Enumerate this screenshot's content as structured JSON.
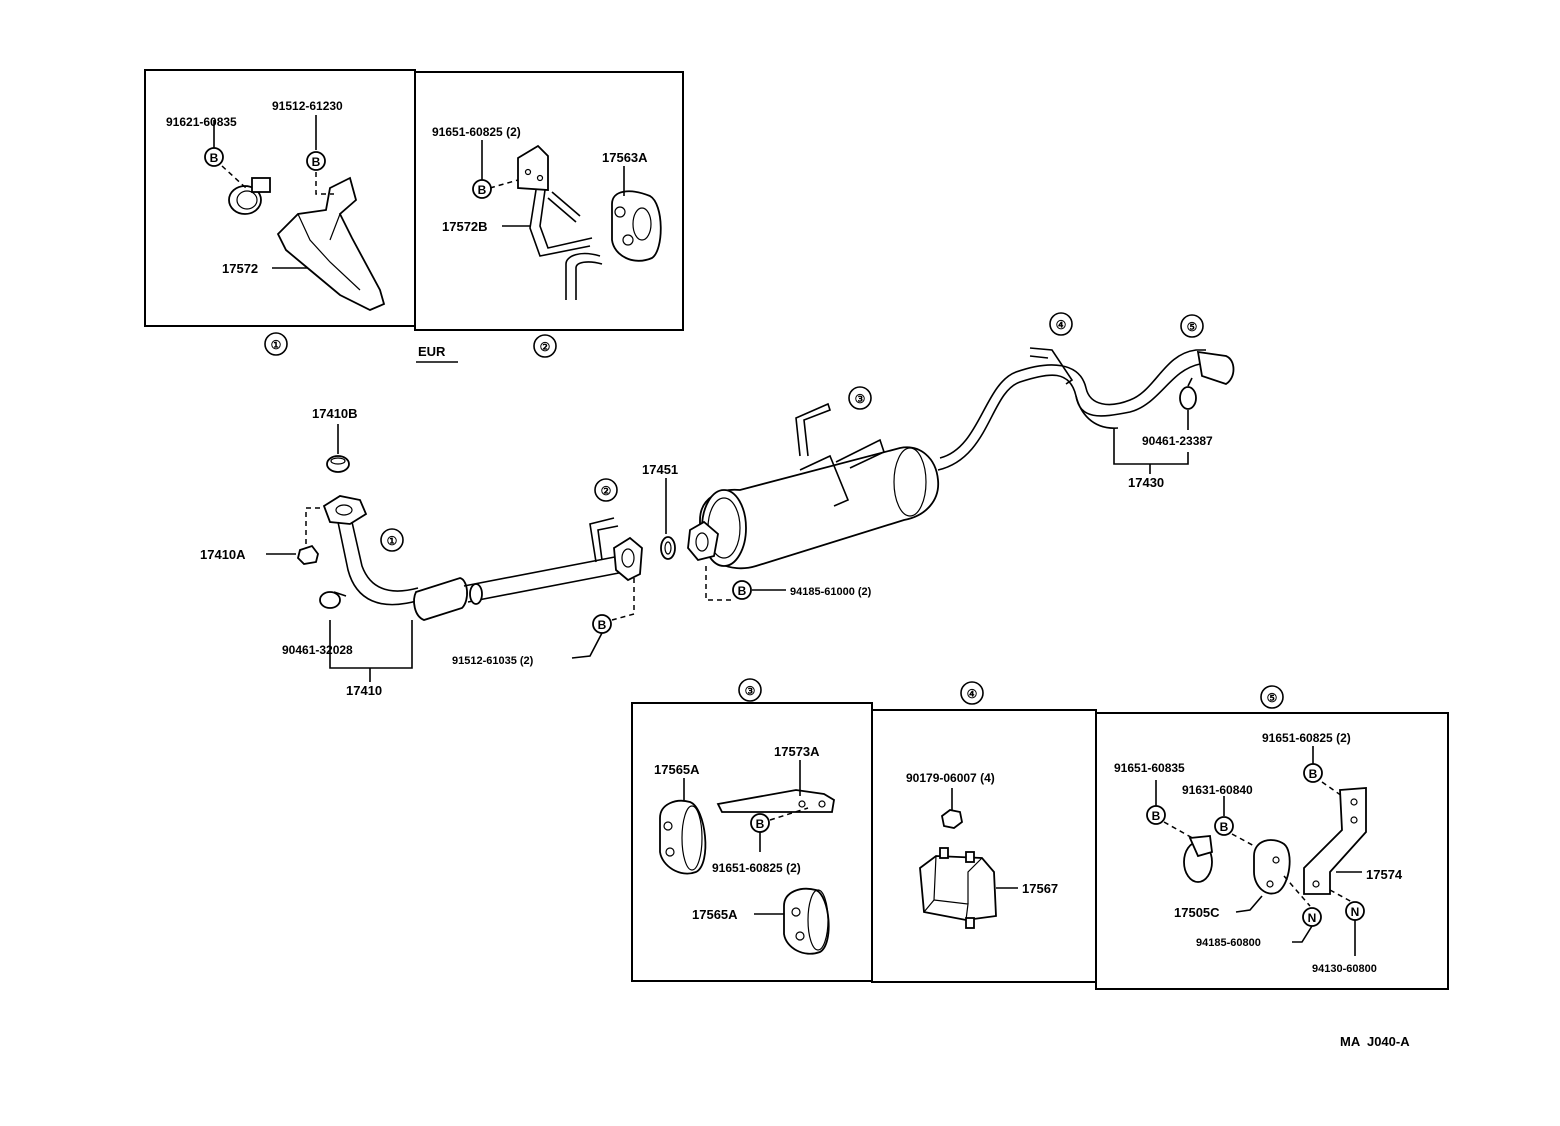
{
  "top_panels": {
    "panel1": {
      "callout": "①",
      "parts": [
        "91621-60835",
        "91512-61230",
        "17572"
      ],
      "bolt_marks": [
        "B",
        "B"
      ]
    },
    "panel2": {
      "callout": "②",
      "parts": [
        "91651-60825 (2)",
        "17563A",
        "17572B"
      ],
      "bolt_marks": [
        "B"
      ]
    },
    "region_label": "EUR"
  },
  "main": {
    "labels": {
      "p17410B": "17410B",
      "p17410A": "17410A",
      "p90461_32028": "90461-32028",
      "p17410": "17410",
      "p91512_61035": "91512-61035 (2)",
      "p17451": "17451",
      "p94185_61000": "94185-61000 (2)",
      "p90461_23387": "90461-23387",
      "p17430": "17430"
    },
    "callouts": [
      "①",
      "②",
      "③",
      "④",
      "⑤"
    ],
    "bolt_marks": [
      "B",
      "B"
    ]
  },
  "bottom_panels": {
    "panel3": {
      "callout": "③",
      "parts": [
        "17565A",
        "17573A",
        "91651-60825 (2)",
        "17565A"
      ],
      "bolt_marks": [
        "B"
      ]
    },
    "panel4": {
      "callout": "④",
      "parts": [
        "90179-06007 (4)",
        "17567"
      ]
    },
    "panel5": {
      "callout": "⑤",
      "parts": [
        "91651-60825 (2)",
        "91651-60835",
        "91631-60840",
        "17574",
        "17505C",
        "94185-60800",
        "94130-60800"
      ],
      "bolt_marks": [
        "B",
        "B",
        "B"
      ],
      "nut_marks": [
        "N",
        "N"
      ]
    }
  },
  "footer": {
    "code": "MA  J040-A"
  }
}
